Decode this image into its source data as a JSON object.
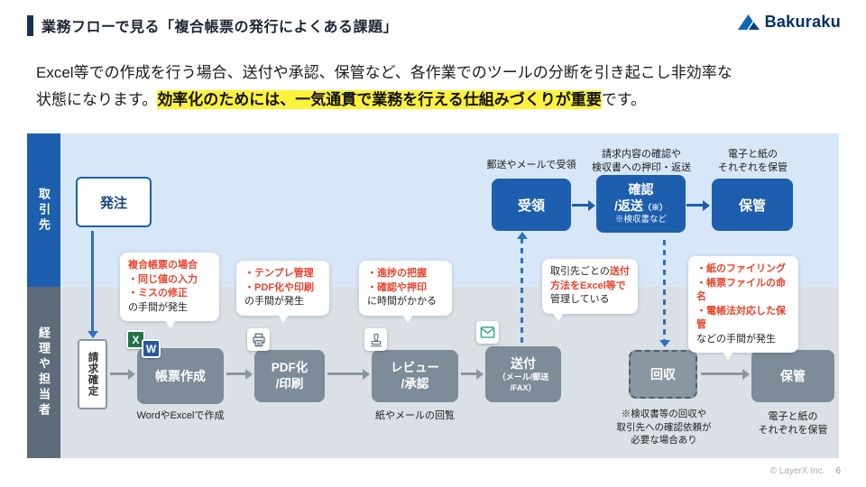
{
  "header": {
    "title": "業務フローで見る「複合帳票の発行によくある課題」",
    "brand": "Bakuraku"
  },
  "intro": {
    "line1": "Excel等での作成を行う場合、送付や承認、保管など、各作業でのツールの分断を引き起こし非効率な",
    "line2_pre": "状態になります。",
    "line2_highlight": "効率化のためには、一気通貫で業務を行える仕組みづくりが重要",
    "line2_post": "です。"
  },
  "lanes": {
    "partner_label": "取引先",
    "accounting_label": "経理や担当者"
  },
  "partner": {
    "order": "発注",
    "receive_note": "郵送やメールで受領",
    "receive": "受領",
    "confirm_note1": "請求内容の確認や",
    "confirm_note2": "検収書への押印・返送",
    "confirm_l1": "確認",
    "confirm_l2": "/返送",
    "confirm_mark": "（※）",
    "confirm_sub": "※検収書など",
    "store_note1": "電子と紙の",
    "store_note2": "それぞれを保管",
    "store": "保管"
  },
  "accounting": {
    "invoice_confirm": "請求確定",
    "create": "帳票作成",
    "create_below": "WordやExcelで作成",
    "excel_letter": "X",
    "word_letter": "W",
    "pdf_l1": "PDF化",
    "pdf_l2": "/印刷",
    "review_l1": "レビュー",
    "review_l2": "/承認",
    "review_below": "紙やメールの回覧",
    "send": "送付",
    "send_sub1": "（メール/郵送",
    "send_sub2": "/FAX）",
    "collect": "回収",
    "collect_below1": "※検収書等の回収や",
    "collect_below2": "取引先への確認依頼が",
    "collect_below3": "必要な場合あり",
    "store": "保管",
    "store_below1": "電子と紙の",
    "store_below2": "それぞれを保管"
  },
  "bubbles": {
    "create": {
      "l1": "複合帳票の場合",
      "l2": "・同じ値の入力",
      "l3": "・ミスの修正",
      "l4": "の手間が発生"
    },
    "pdf": {
      "l1": "・テンプレ管理",
      "l2": "・PDF化や印刷",
      "l3": "の手間が発生"
    },
    "review": {
      "l1": "・進捗の把握",
      "l2": "・確認や押印",
      "l3": "に時間がかかる"
    },
    "send": {
      "l1_black": "取引先ごとの",
      "l1_red": "送付",
      "l2_red": "方法をExcel等で",
      "l3_black": "管理している"
    },
    "store": {
      "l1": "・紙のファイリング",
      "l2": "・帳票ファイルの命名",
      "l3": "・電帳法対応した保管",
      "l4": "などの手間が発生"
    }
  },
  "footer": {
    "copyright": "© LayerX Inc.",
    "page": "6"
  },
  "colors": {
    "accent_blue": "#1d5fae",
    "alert_red": "#e8432d",
    "highlight_yellow": "#fff23c",
    "process_gray": "#7e8b98",
    "partner_band": "#d8e7f7",
    "accounting_band": "#dbe0e6"
  }
}
